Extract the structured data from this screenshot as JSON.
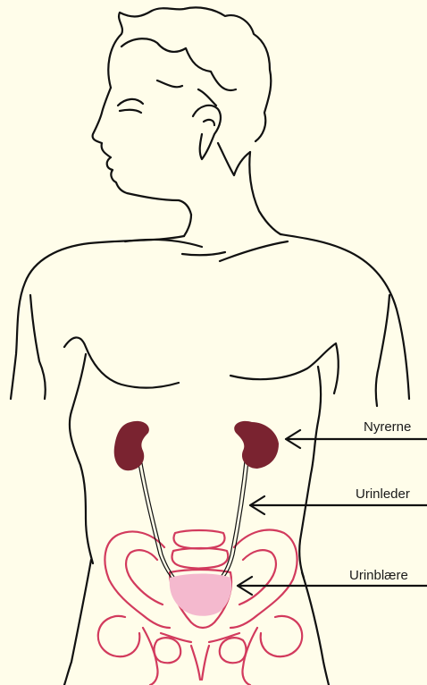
{
  "labels": {
    "kidneys": "Nyrerne",
    "ureter": "Urinleder",
    "bladder": "Urinblære"
  },
  "colors": {
    "background": "#fffdea",
    "outline": "#111111",
    "kidney": "#7a2330",
    "pelvis": "#d23a5d",
    "bladder": "#f4b9ce"
  }
}
